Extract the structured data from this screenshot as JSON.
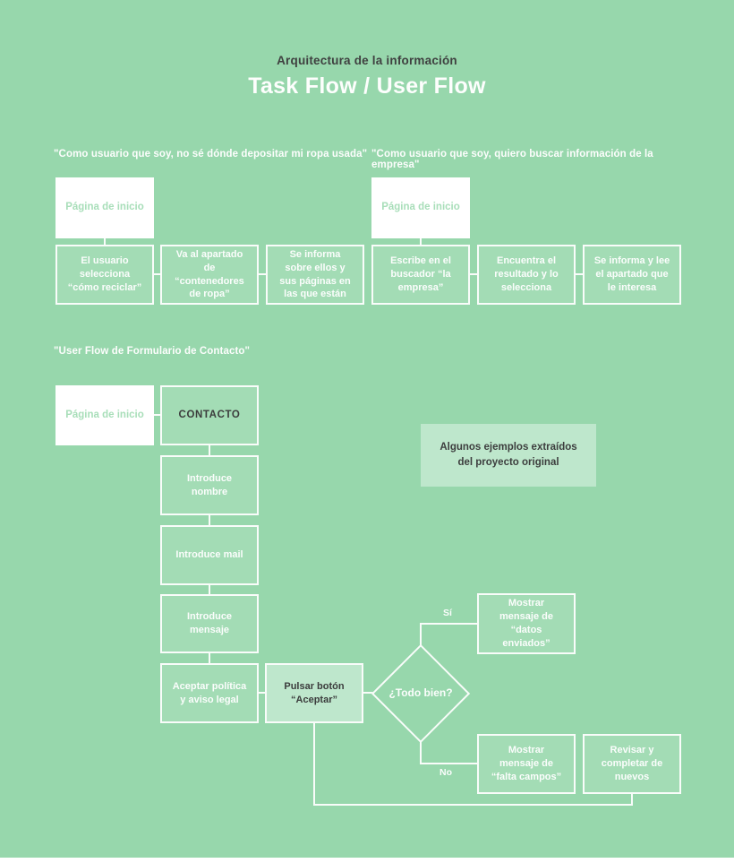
{
  "header": {
    "subtitle": "Arquitectura de la información",
    "title": "Task Flow / User Flow"
  },
  "colors": {
    "background": "#97d7ac",
    "box_fill": "#a3dcb5",
    "box_border": "#f9fcfa",
    "highlight_box_fill": "#bee7cc",
    "start_box_fill": "#ffffff",
    "start_box_text": "#a8deb9",
    "dark_text": "#3b3c3c",
    "white_text": "#fbfdfc"
  },
  "flow1": {
    "quote": "\"Como usuario que soy, no sé dónde depositar mi ropa usada\"",
    "start": "Página de inicio",
    "steps": [
      "El usuario selecciona “cómo reciclar”",
      "Va al apartado de “contenedores de ropa”",
      "Se informa sobre ellos y sus páginas en las que están"
    ]
  },
  "flow2": {
    "quote": "\"Como usuario que soy, quiero buscar información de la empresa\"",
    "start": "Página de inicio",
    "steps": [
      "Escribe en el buscador “la empresa”",
      "Encuentra el resultado y lo selecciona",
      "Se informa y lee el apartado que le interesa"
    ]
  },
  "flow3": {
    "label": "\"User Flow de Formulario de Contacto\"",
    "start": "Página de inicio",
    "contact": "CONTACTO",
    "steps": [
      "Introduce nombre",
      "Introduce mail",
      "Introduce mensaje",
      "Aceptar política y aviso legal"
    ],
    "action": "Pulsar botón “Aceptar”",
    "decision": "¿Todo bien?",
    "yes_label": "Sí",
    "no_label": "No",
    "yes_result": "Mostrar mensaje de “datos enviados”",
    "no_result": "Mostrar mensaje de “falta campos”",
    "retry": "Revisar y completar de nuevos"
  },
  "note": {
    "text": "Algunos ejemplos extraídos del proyecto original"
  }
}
